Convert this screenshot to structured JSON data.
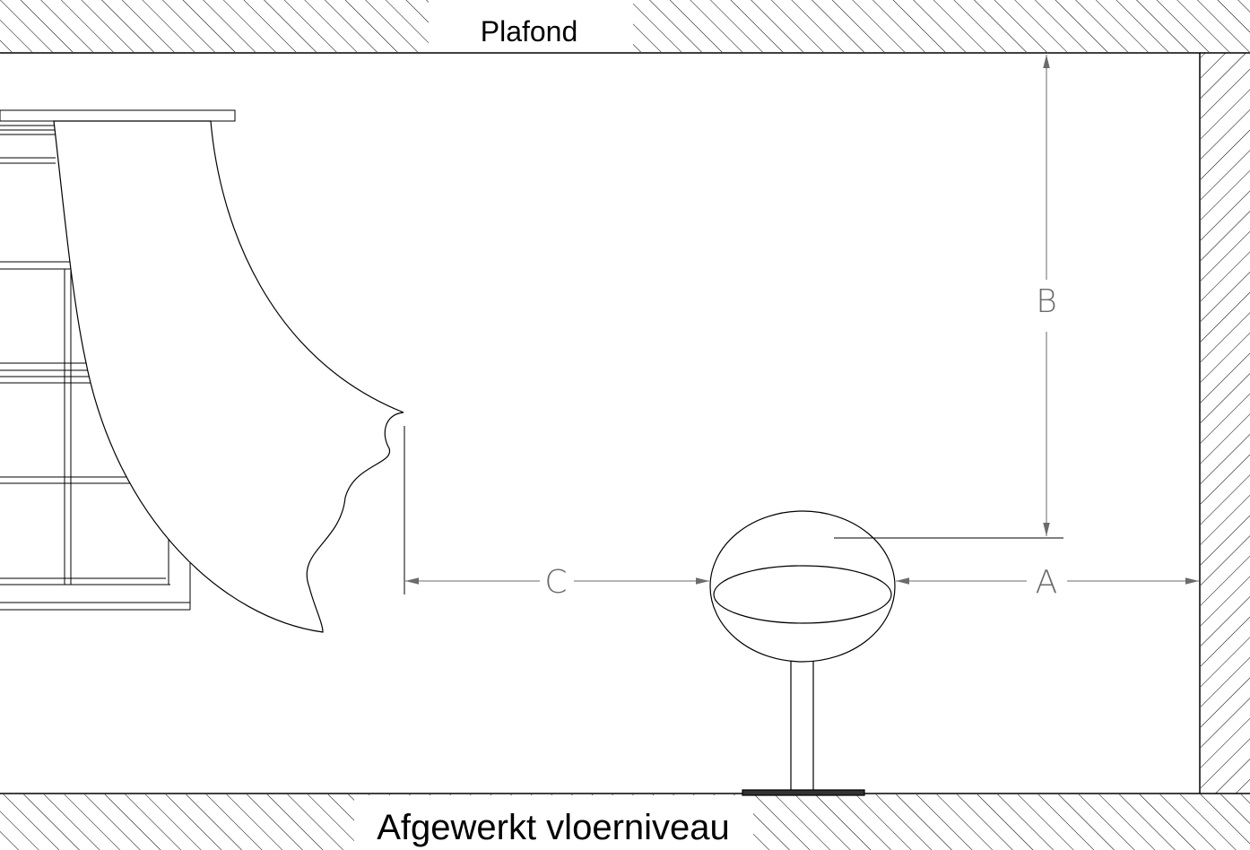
{
  "labels": {
    "ceiling": "Plafond",
    "floor": "Afgewerkt vloerniveau"
  },
  "dimensions": {
    "a": "A",
    "b": "B",
    "c": "C"
  },
  "colors": {
    "line": "#000000",
    "dimension_line": "#6b6b6b",
    "background": "#ffffff"
  }
}
